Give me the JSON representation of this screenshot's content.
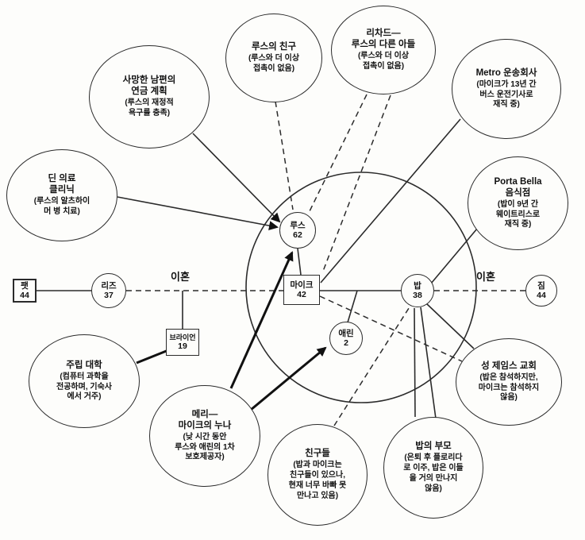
{
  "bubbles": [
    {
      "id": "dean-clinic",
      "title": "딘 의료\n클리닉",
      "desc": "(루스의 알츠하이\n머 병 치료)"
    },
    {
      "id": "pension-plan",
      "title": "사망한 남편의\n연금 계획",
      "desc": "(루스의 재정적\n욕구를 충족)"
    },
    {
      "id": "ruth-friend",
      "title": "루스의 친구",
      "desc": "(루스와 더 이상\n접촉이 없음)"
    },
    {
      "id": "richard",
      "title": "리차드—\n루스의 다른 아들",
      "desc": "(루스와 더 이상\n접촉이 없음)"
    },
    {
      "id": "metro-transit",
      "title": "Metro 운송회사",
      "desc": "(마이크가 13년 간\n버스 운전기사로\n재직 중)"
    },
    {
      "id": "porta-bella",
      "title": "Porta Bella\n음식점",
      "desc": "(밥이 9년 간\n웨이트리스로\n재직 중)"
    },
    {
      "id": "state-university",
      "title": "주립 대학",
      "desc": "(컴퓨터 과학을\n전공하며, 기숙사\n에서 거주)"
    },
    {
      "id": "mary",
      "title": "메리—\n마이크의 누나",
      "desc": "(낮 시간 동안\n루스와 애린의 1차\n보호제공자)"
    },
    {
      "id": "friends",
      "title": "친구들",
      "desc": "(밥과 마이크는\n친구들이 있으나,\n현재 너무 바빠 못\n만나고 있음)"
    },
    {
      "id": "bobs-parents",
      "title": "밥의 부모",
      "desc": "(은퇴 후 플로리다\n로 이주, 밥은 이들\n을 거의 만나지\n않음)"
    },
    {
      "id": "st-james-church",
      "title": "성 제임스 교회",
      "desc": "(밥은 참석하지만,\n마이크는 참석하지\n않음)"
    }
  ],
  "family": [
    {
      "id": "pat",
      "name": "팻",
      "age": "44",
      "shape": "square"
    },
    {
      "id": "liz",
      "name": "리즈",
      "age": "37",
      "shape": "circle"
    },
    {
      "id": "brian",
      "name": "브라이언",
      "age": "19",
      "shape": "square"
    },
    {
      "id": "mike",
      "name": "마이크",
      "age": "42",
      "shape": "square"
    },
    {
      "id": "ruth",
      "name": "루스",
      "age": "62",
      "shape": "circle"
    },
    {
      "id": "bob",
      "name": "밥",
      "age": "38",
      "shape": "circle"
    },
    {
      "id": "erin",
      "name": "애린",
      "age": "2",
      "shape": "circle"
    },
    {
      "id": "jim",
      "name": "짐",
      "age": "44",
      "shape": "circle"
    }
  ],
  "labels": {
    "divorce_left": "이혼",
    "divorce_right": "이혼"
  },
  "edges": [
    {
      "from": "팻",
      "to": "리즈",
      "style": "solid"
    },
    {
      "from": "리즈",
      "to": "마이크",
      "style": "dashed",
      "label": "이혼"
    },
    {
      "from": "리즈+마이크",
      "to": "브라이언",
      "style": "solid"
    },
    {
      "from": "마이크",
      "to": "밥",
      "style": "solid"
    },
    {
      "from": "마이크+밥",
      "to": "애린",
      "style": "solid"
    },
    {
      "from": "밥",
      "to": "짐",
      "style": "dashed",
      "label": "이혼"
    },
    {
      "from": "루스",
      "to": "마이크",
      "style": "solid"
    },
    {
      "from": "사망한 남편의 연금 계획",
      "to": "루스",
      "style": "solid-arrow"
    },
    {
      "from": "루스의 친구",
      "to": "루스",
      "style": "dashed"
    },
    {
      "from": "리차드",
      "to": "루스",
      "style": "dashed"
    },
    {
      "from": "리차드",
      "to": "마이크",
      "style": "dashed"
    },
    {
      "from": "Metro 운송회사",
      "to": "마이크",
      "style": "solid"
    },
    {
      "from": "딘 의료 클리닉",
      "to": "루스",
      "style": "solid-arrow"
    },
    {
      "from": "Porta Bella 음식점",
      "to": "밥",
      "style": "solid"
    },
    {
      "from": "주립 대학",
      "to": "브라이언",
      "style": "thick"
    },
    {
      "from": "메리",
      "to": "루스",
      "style": "thick-arrow-stressed"
    },
    {
      "from": "메리",
      "to": "애린",
      "style": "thick-arrow"
    },
    {
      "from": "친구들",
      "to": "밥",
      "style": "dashed"
    },
    {
      "from": "밥의 부모",
      "to": "밥",
      "style": "solid"
    },
    {
      "from": "성 제임스 교회",
      "to": "밥",
      "style": "solid"
    },
    {
      "from": "성 제임스 교회",
      "to": "마이크",
      "style": "dashed"
    }
  ]
}
